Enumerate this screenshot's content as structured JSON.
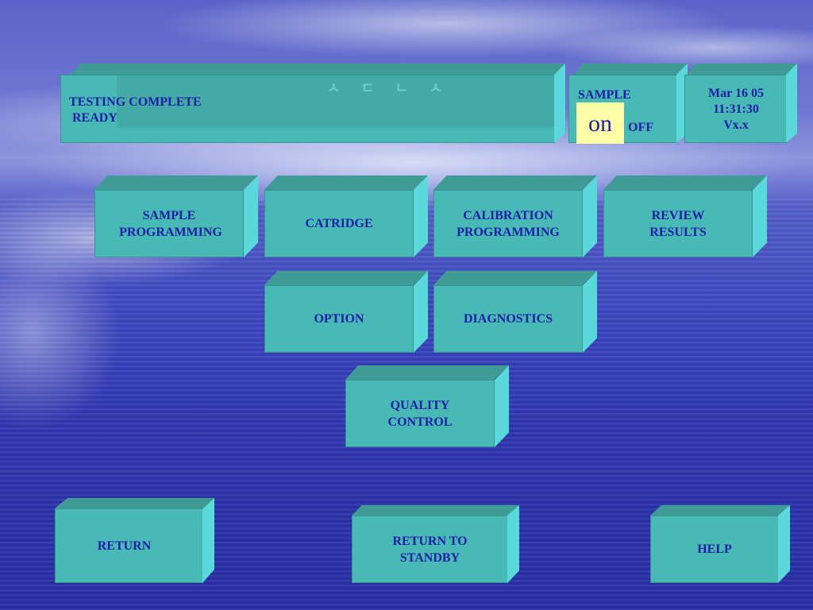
{
  "status": {
    "message": "TESTING COMPLETE\n READY",
    "decor": "ㅅ ㄷ ㄴ ㅅ"
  },
  "sample": {
    "title": "SAMPLE",
    "on_label": "on",
    "off_label": "OFF"
  },
  "clock": {
    "date": "Mar 16 05",
    "time": "11:31:30",
    "version": "Vx.x"
  },
  "menu": {
    "sample_programming": "SAMPLE\n PROGRAMMING",
    "cartridge": "CATRIDGE",
    "calibration_programming": "CALIBRATION\nPROGRAMMING",
    "review_results": "REVIEW\nRESULTS",
    "option": "OPTION",
    "diagnostics": "DIAGNOSTICS",
    "quality_control": "QUALITY\nCONTROL"
  },
  "footer": {
    "return": "RETURN",
    "return_to_standby": "RETURN TO\nSTANDBY",
    "help": "HELP"
  },
  "colors": {
    "button_front": "#48b9b4",
    "button_top": "#3f9b95",
    "button_side": "#5ad8da",
    "text": "#1e1ea8",
    "toggle_on_bg": "#ffffa8"
  }
}
